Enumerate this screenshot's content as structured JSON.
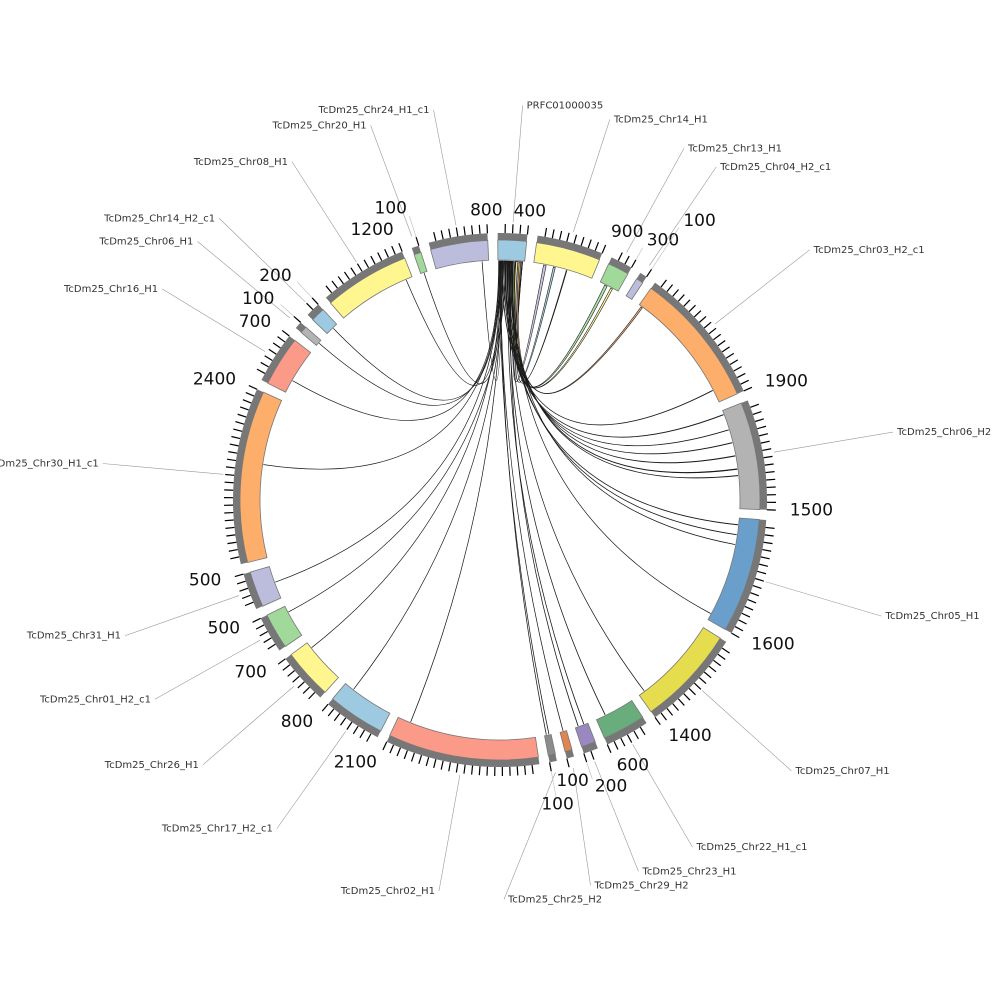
{
  "diagram": {
    "type": "circos",
    "tick_step": 100,
    "sectors": [
      {
        "name": "PRFC01000035",
        "length": 400,
        "color": "#9ecae1"
      },
      {
        "name": "TcDm25_Chr14_H1",
        "length": 900,
        "color": "#fff68f"
      },
      {
        "name": "TcDm25_Chr13_H1",
        "length": 300,
        "color": "#a1d99b"
      },
      {
        "name": "TcDm25_Chr04_H2_c1",
        "length": 100,
        "color": "#bcbddc"
      },
      {
        "name": "TcDm25_Chr03_H2_c1",
        "length": 1900,
        "color": "#fdae6b"
      },
      {
        "name": "TcDm25_Chr06_H2",
        "length": 1500,
        "color": "#b3b3b3"
      },
      {
        "name": "TcDm25_Chr05_H1",
        "length": 1600,
        "color": "#6a9ecb"
      },
      {
        "name": "TcDm25_Chr07_H1",
        "length": 1400,
        "color": "#e6dd4e"
      },
      {
        "name": "TcDm25_Chr22_H1_c1",
        "length": 600,
        "color": "#69ad7d"
      },
      {
        "name": "TcDm25_Chr23_H1",
        "length": 200,
        "color": "#9a88c0"
      },
      {
        "name": "TcDm25_Chr29_H2",
        "length": 100,
        "color": "#e0854f"
      },
      {
        "name": "TcDm25_Chr25_H2",
        "length": 100,
        "color": "#8c8c8c"
      },
      {
        "name": "TcDm25_Chr02_H1",
        "length": 2100,
        "color": "#fb9a88"
      },
      {
        "name": "TcDm25_Chr17_H2_c1",
        "length": 800,
        "color": "#9ecae1"
      },
      {
        "name": "TcDm25_Chr26_H1",
        "length": 700,
        "color": "#fff68f"
      },
      {
        "name": "TcDm25_Chr01_H2_c1",
        "length": 500,
        "color": "#a1d99b"
      },
      {
        "name": "TcDm25_Chr31_H1",
        "length": 500,
        "color": "#bcbddc"
      },
      {
        "name": "TcDm25_Chr30_H1_c1",
        "length": 2400,
        "color": "#fdae6b"
      },
      {
        "name": "TcDm25_Chr16_H1",
        "length": 700,
        "color": "#fb9a88"
      },
      {
        "name": "TcDm25_Chr06_H1",
        "length": 100,
        "color": "#b3b3b3"
      },
      {
        "name": "TcDm25_Chr14_H2_c1",
        "length": 200,
        "color": "#9ecae1"
      },
      {
        "name": "TcDm25_Chr08_H1",
        "length": 1200,
        "color": "#fff68f"
      },
      {
        "name": "TcDm25_Chr20_H1",
        "length": 100,
        "color": "#a1d99b"
      },
      {
        "name": "TcDm25_Chr24_H1_c1",
        "length": 800,
        "color": "#bcbddc"
      }
    ],
    "links": [
      {
        "target": 1,
        "src": 300,
        "dst": 150,
        "w": 40,
        "color": "#bcbddc"
      },
      {
        "target": 1,
        "src": 340,
        "dst": 300,
        "w": 30,
        "color": "#9ecae1"
      },
      {
        "target": 1,
        "src": 360,
        "dst": 500,
        "w": 10,
        "color": "#fdd835"
      },
      {
        "target": 2,
        "src": 250,
        "dst": 80,
        "w": 40,
        "color": "#a1d99b"
      },
      {
        "target": 2,
        "src": 270,
        "dst": 180,
        "w": 30,
        "color": "#fff68f"
      },
      {
        "target": 4,
        "src": 320,
        "dst": 40,
        "w": 25,
        "color": "#fdae6b"
      },
      {
        "target": 4,
        "src": 120,
        "dst": 1700,
        "w": 6,
        "color": "#fdae6b"
      },
      {
        "target": 5,
        "src": 60,
        "dst": 60,
        "w": 6,
        "color": "#b3b3b3"
      },
      {
        "target": 5,
        "src": 90,
        "dst": 300,
        "w": 5,
        "color": "#e0854f"
      },
      {
        "target": 5,
        "src": 140,
        "dst": 500,
        "w": 6,
        "color": "#69ad7d"
      },
      {
        "target": 5,
        "src": 170,
        "dst": 700,
        "w": 8,
        "color": "#fdd835"
      },
      {
        "target": 5,
        "src": 200,
        "dst": 900,
        "w": 10,
        "color": "#222"
      },
      {
        "target": 5,
        "src": 220,
        "dst": 1000,
        "w": 6,
        "color": "#6a9ecb"
      },
      {
        "target": 6,
        "src": 110,
        "dst": 100,
        "w": 6,
        "color": "#69ad7d"
      },
      {
        "target": 6,
        "src": 150,
        "dst": 250,
        "w": 5,
        "color": "#e0854f"
      },
      {
        "target": 6,
        "src": 230,
        "dst": 400,
        "w": 4,
        "color": "#9ecae1"
      },
      {
        "target": 6,
        "src": 260,
        "dst": 1500,
        "w": 3,
        "color": "#fdd835"
      },
      {
        "target": 7,
        "src": 190,
        "dst": 1300,
        "w": 3,
        "color": "#e0854f"
      },
      {
        "target": 8,
        "src": 180,
        "dst": 450,
        "w": 4,
        "color": "#6a9ecb"
      },
      {
        "target": 9,
        "src": 160,
        "dst": 60,
        "w": 4,
        "color": "#e0854f"
      },
      {
        "target": 9,
        "src": 210,
        "dst": 150,
        "w": 4,
        "color": "#9ecae1"
      },
      {
        "target": 10,
        "src": 30,
        "dst": 50,
        "w": 3,
        "color": "#6a9ecb"
      },
      {
        "target": 11,
        "src": 20,
        "dst": 30,
        "w": 3,
        "color": "#e0854f"
      },
      {
        "target": 11,
        "src": 40,
        "dst": 70,
        "w": 3,
        "color": "#69ad7d"
      },
      {
        "target": 12,
        "src": 70,
        "dst": 1900,
        "w": 3,
        "color": "#69ad7d"
      },
      {
        "target": 13,
        "src": 100,
        "dst": 650,
        "w": 2,
        "color": "#b3b3b3"
      },
      {
        "target": 14,
        "src": 80,
        "dst": 600,
        "w": 2,
        "color": "#fdd835"
      },
      {
        "target": 15,
        "src": 130,
        "dst": 400,
        "w": 2,
        "color": "#fdd835"
      },
      {
        "target": 16,
        "src": 50,
        "dst": 250,
        "w": 2,
        "color": "#69ad7d"
      },
      {
        "target": 17,
        "src": 45,
        "dst": 1400,
        "w": 2,
        "color": "#6a9ecb"
      },
      {
        "target": 18,
        "src": 10,
        "dst": 200,
        "w": 2,
        "color": "#9a88c0"
      },
      {
        "target": 19,
        "src": 15,
        "dst": 50,
        "w": 2,
        "color": "#e0854f"
      },
      {
        "target": 20,
        "src": 25,
        "dst": 120,
        "w": 2,
        "color": "#6a9ecb"
      },
      {
        "target": 21,
        "src": 35,
        "dst": 1100,
        "w": 2,
        "color": "#6a9ecb"
      },
      {
        "target": 22,
        "src": 55,
        "dst": 50,
        "w": 2,
        "color": "#fdd835"
      },
      {
        "target": 23,
        "src": 65,
        "dst": 700,
        "w": 2,
        "color": "#69ad7d"
      }
    ]
  }
}
